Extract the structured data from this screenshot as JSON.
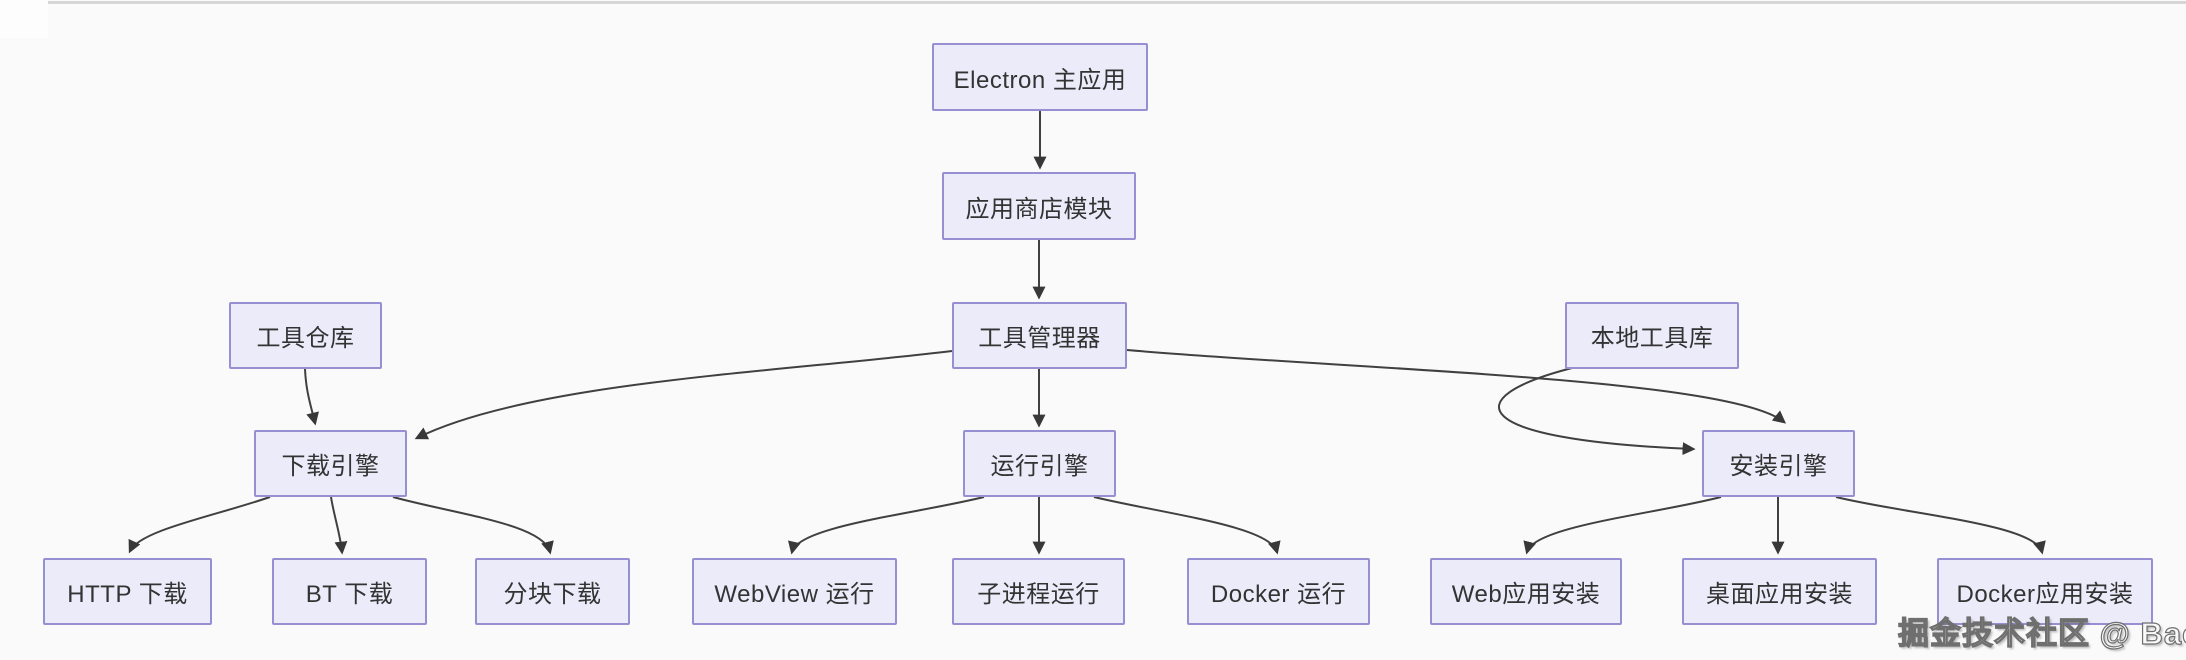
{
  "diagram": {
    "type": "flowchart",
    "nodes": [
      {
        "id": "electron-main",
        "label": "Electron 主应用"
      },
      {
        "id": "app-store",
        "label": "应用商店模块"
      },
      {
        "id": "tool-repo",
        "label": "工具仓库"
      },
      {
        "id": "tool-manager",
        "label": "工具管理器"
      },
      {
        "id": "local-tool-lib",
        "label": "本地工具库"
      },
      {
        "id": "download-engine",
        "label": "下载引擎"
      },
      {
        "id": "run-engine",
        "label": "运行引擎"
      },
      {
        "id": "install-engine",
        "label": "安装引擎"
      },
      {
        "id": "http-download",
        "label": "HTTP 下载"
      },
      {
        "id": "bt-download",
        "label": "BT 下载"
      },
      {
        "id": "chunk-download",
        "label": "分块下载"
      },
      {
        "id": "webview-run",
        "label": "WebView 运行"
      },
      {
        "id": "subprocess-run",
        "label": "子进程运行"
      },
      {
        "id": "docker-run",
        "label": "Docker 运行"
      },
      {
        "id": "web-app-install",
        "label": "Web应用安装"
      },
      {
        "id": "desktop-app-install",
        "label": "桌面应用安装"
      },
      {
        "id": "docker-app-install",
        "label": "Docker应用安装"
      }
    ],
    "edges": [
      {
        "from": "electron-main",
        "to": "app-store"
      },
      {
        "from": "app-store",
        "to": "tool-manager"
      },
      {
        "from": "tool-manager",
        "to": "run-engine"
      },
      {
        "from": "tool-repo",
        "to": "download-engine"
      },
      {
        "from": "tool-manager",
        "to": "download-engine"
      },
      {
        "from": "tool-manager",
        "to": "install-engine"
      },
      {
        "from": "local-tool-lib",
        "to": "install-engine"
      },
      {
        "from": "download-engine",
        "to": "http-download"
      },
      {
        "from": "download-engine",
        "to": "bt-download"
      },
      {
        "from": "download-engine",
        "to": "chunk-download"
      },
      {
        "from": "run-engine",
        "to": "webview-run"
      },
      {
        "from": "run-engine",
        "to": "subprocess-run"
      },
      {
        "from": "run-engine",
        "to": "docker-run"
      },
      {
        "from": "install-engine",
        "to": "web-app-install"
      },
      {
        "from": "install-engine",
        "to": "desktop-app-install"
      },
      {
        "from": "install-engine",
        "to": "docker-app-install"
      }
    ]
  },
  "watermark": {
    "text": "掘金技术社区 @ Bacon"
  },
  "colors": {
    "bg": "#fbfafb",
    "node-fill": "#ECEBFA",
    "node-border": "#968FD2",
    "node-text": "#333333",
    "edge": "#404040"
  }
}
